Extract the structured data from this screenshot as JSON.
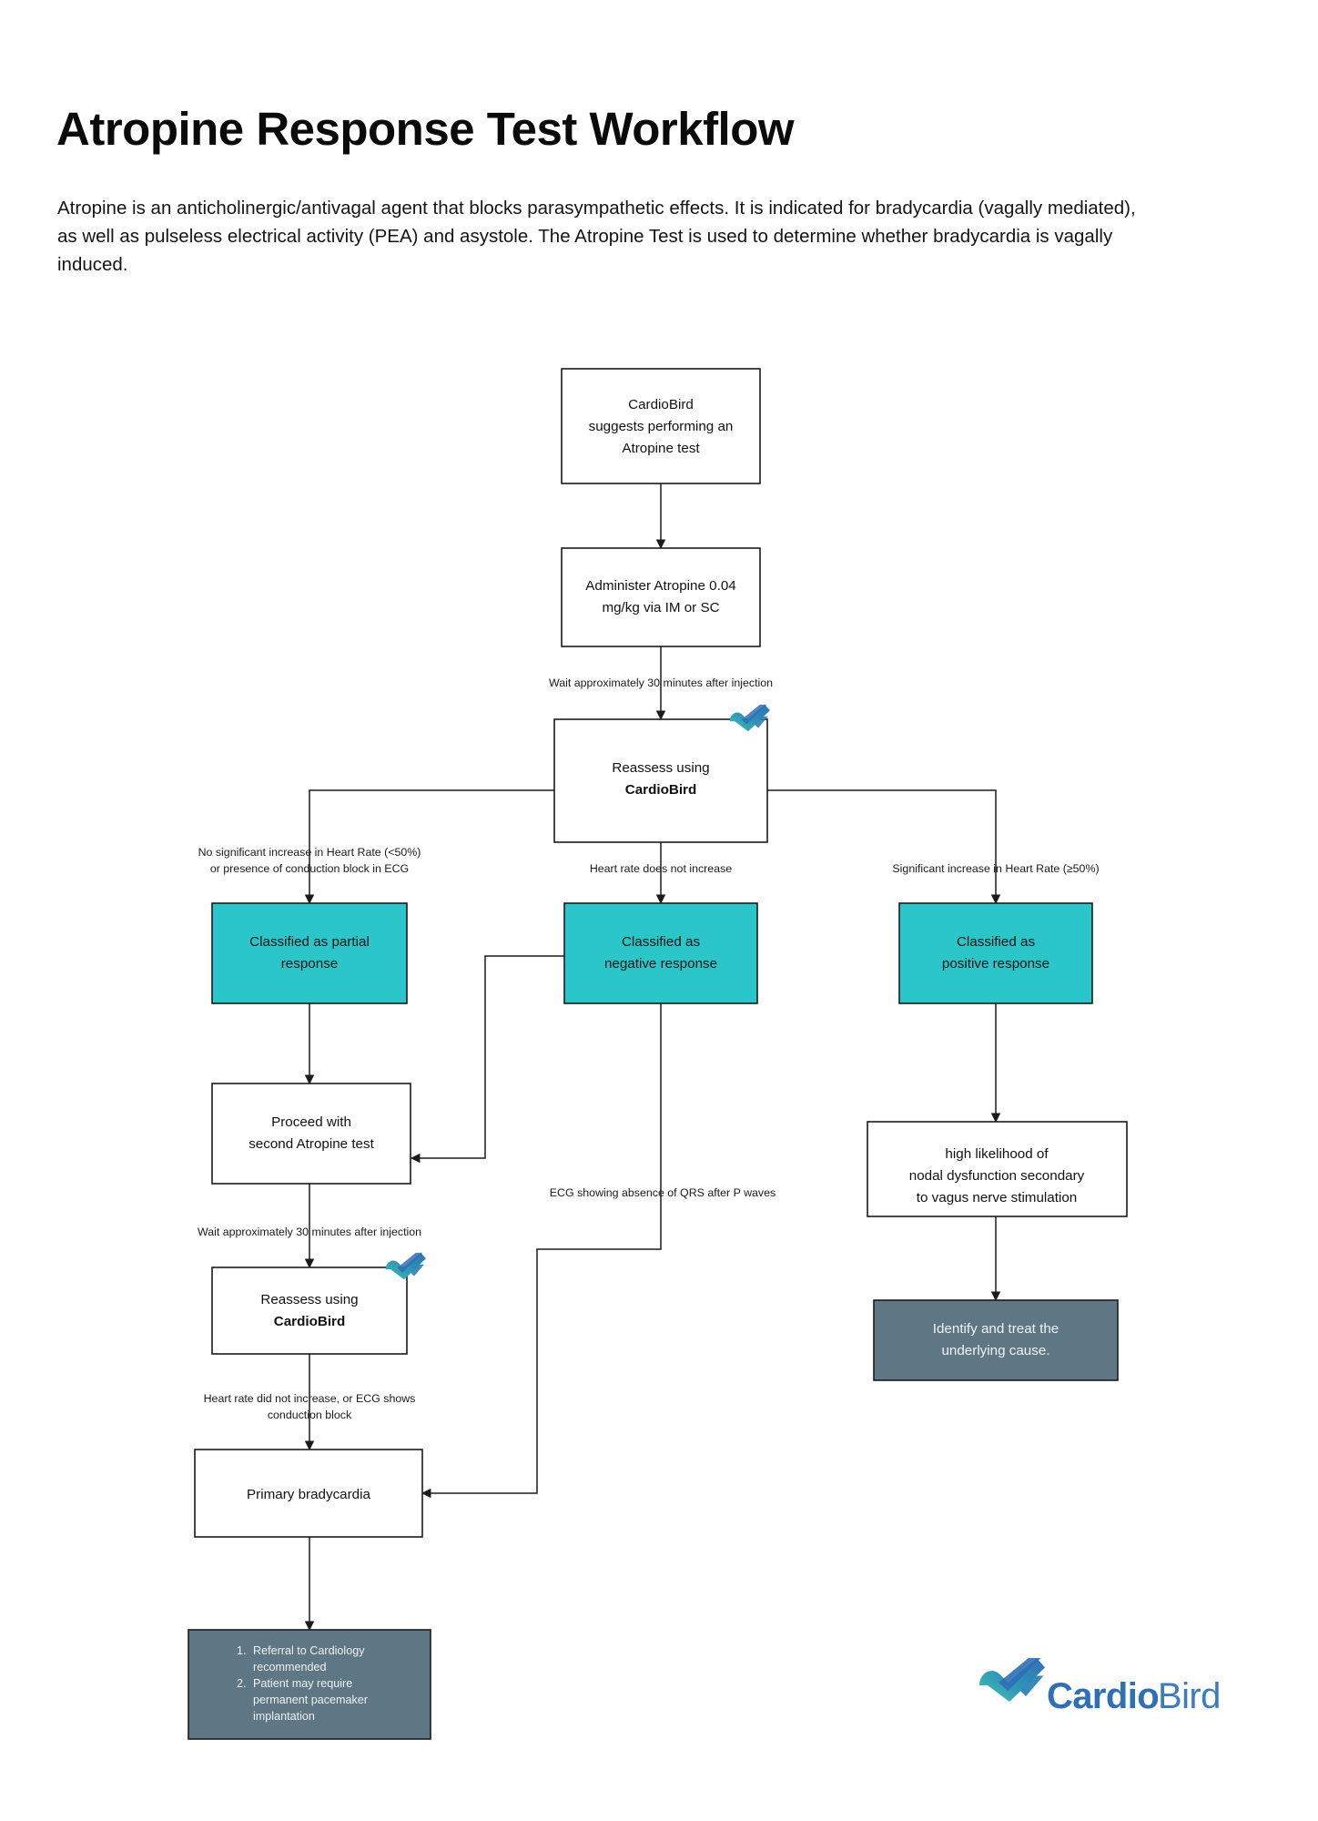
{
  "header": {
    "title": "Atropine Response Test Workflow",
    "intro": "Atropine is an anticholinergic/antivagal agent that blocks parasympathetic effects. It is indicated for bradycardia (vagally mediated), as well as pulseless electrical activity (PEA) and asystole. The Atropine Test is used to determine whether bradycardia is vagally induced."
  },
  "colors": {
    "teal": "#2ac6c9",
    "slate": "#5f7684",
    "outline": "#1b1b1b",
    "logo_blue": "#2f6fb5",
    "logo_teal": "#35b6ab",
    "page_background": "#ffffff"
  },
  "flowchart": {
    "nodes": {
      "start": {
        "line1": "CardioBird",
        "line2": "suggests performing an",
        "line3": "Atropine test"
      },
      "administer": {
        "line1": "Administer Atropine 0.04",
        "line2": "mg/kg via IM or SC"
      },
      "reassess1": {
        "line1": "Reassess using",
        "line2": "CardioBird"
      },
      "partial": {
        "line1": "Classified as partial",
        "line2": "response"
      },
      "negative": {
        "line1": "Classified as",
        "line2": "negative response"
      },
      "positive": {
        "line1": "Classified as",
        "line2": "positive response"
      },
      "second_test": {
        "line1": "Proceed with",
        "line2": "second Atropine test"
      },
      "nodal": {
        "line1": "high likelihood of",
        "line2": "nodal dysfunction secondary",
        "line3": "to vagus nerve stimulation"
      },
      "reassess2": {
        "line1": "Reassess using",
        "line2": "CardioBird"
      },
      "treat_cause": {
        "line1": "Identify and treat the",
        "line2": "underlying cause."
      },
      "primary_brady": {
        "line1": "Primary bradycardia"
      },
      "referral": {
        "item1_num": "1.",
        "item1_line1": "Referral to Cardiology",
        "item1_line2": "recommended",
        "item2_num": "2.",
        "item2_line1": "Patient may require",
        "item2_line2": "permanent pacemaker",
        "item2_line3": "implantation"
      }
    },
    "edge_labels": {
      "wait1": "Wait approximately 30 minutes after injection",
      "branch_left_line1": "No significant increase in Heart Rate (<50%)",
      "branch_left_line2": "or presence of conduction block in ECG",
      "branch_mid": "Heart rate does not increase",
      "branch_right": "Significant increase in Heart Rate (≥50%)",
      "ecg_absence": "ECG showing absence of QRS after P waves",
      "wait2": "Wait approximately 30 minutes after injection",
      "no_increase_line1": "Heart rate did not increase, or ECG shows",
      "no_increase_line2": "conduction block"
    }
  },
  "logo": {
    "brand_bold": "Cardio",
    "brand_light": "Bird"
  }
}
